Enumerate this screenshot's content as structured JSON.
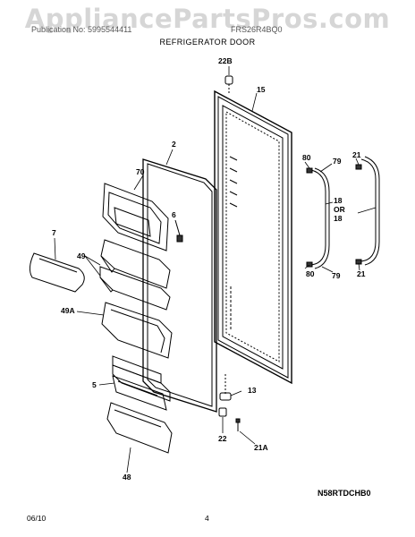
{
  "watermark": "AppliancePartsPros.com",
  "header": {
    "left": "Publication No: 5995544411",
    "right": "FRS26R4BQ0"
  },
  "title": "REFRIGERATOR DOOR",
  "callouts": {
    "c22b": "22B",
    "c15": "15",
    "c2": "2",
    "c70": "70",
    "c6": "6",
    "c7": "7",
    "c49": "49",
    "c49a": "49A",
    "c5": "5",
    "c48": "48",
    "c80a": "80",
    "c79a": "79",
    "c18a": "18",
    "cor": "OR",
    "c18b": "18",
    "c21a": "21",
    "c80b": "80",
    "c79b": "79",
    "c21b": "21",
    "c13": "13",
    "c22": "22",
    "c21A": "21A"
  },
  "model_code": "N58RTDCHB0",
  "footer": {
    "date": "06/10",
    "page": "4"
  }
}
